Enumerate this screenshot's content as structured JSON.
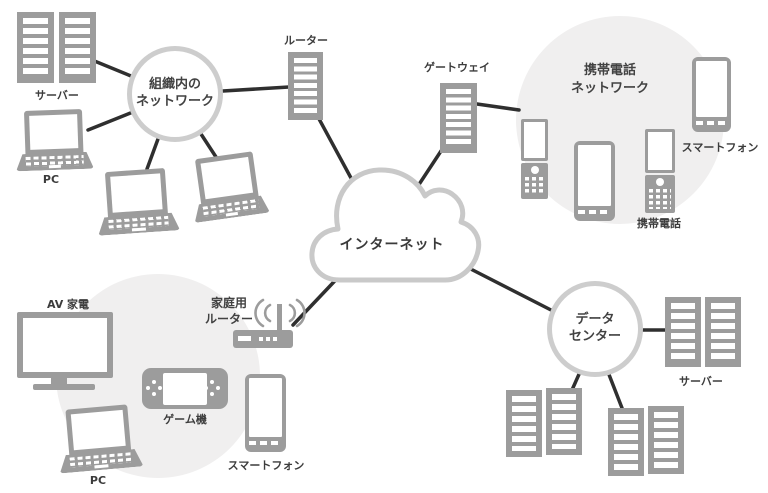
{
  "colors": {
    "icon_gray": "#9c9c9c",
    "circle_ring": "#cdcdcd",
    "background_circle": "#f0efef",
    "connection_line": "#2f2f2f",
    "label_text": "#3c3c3c",
    "canvas": "#ffffff"
  },
  "nodes": {
    "internet": {
      "label": "インターネット"
    },
    "org_network": {
      "line1": "組織内の",
      "line2": "ネットワーク"
    },
    "org_servers": {
      "label": "サーバー"
    },
    "org_pc": {
      "label": "PC"
    },
    "router": {
      "label": "ルーター"
    },
    "gateway": {
      "label": "ゲートウェイ"
    },
    "mobile_network": {
      "line1": "携帯電話",
      "line2": "ネットワーク"
    },
    "mobile_smartphone": {
      "label": "スマートフォン"
    },
    "mobile_phone": {
      "label": "携帯電話"
    },
    "home_av": {
      "label": "AV 家電"
    },
    "home_router": {
      "line1": "家庭用",
      "line2": "ルーター"
    },
    "home_game": {
      "label": "ゲーム機"
    },
    "home_smartphone": {
      "label": "スマートフォン"
    },
    "home_pc": {
      "label": "PC"
    },
    "datacenter": {
      "line1": "データ",
      "line2": "センター"
    },
    "dc_servers": {
      "label": "サーバー"
    }
  },
  "connections": [
    [
      "org_servers",
      "org_network"
    ],
    [
      "org_pc",
      "org_network"
    ],
    [
      "org_network",
      "laptop_2"
    ],
    [
      "org_network",
      "laptop_3"
    ],
    [
      "org_network",
      "router"
    ],
    [
      "router",
      "internet"
    ],
    [
      "gateway",
      "internet"
    ],
    [
      "gateway",
      "mobile_network"
    ],
    [
      "internet",
      "home_router"
    ],
    [
      "internet",
      "datacenter"
    ],
    [
      "datacenter",
      "dc_servers_right"
    ],
    [
      "datacenter",
      "dc_servers_bottom_left"
    ],
    [
      "datacenter",
      "dc_servers_bottom_mid"
    ]
  ]
}
